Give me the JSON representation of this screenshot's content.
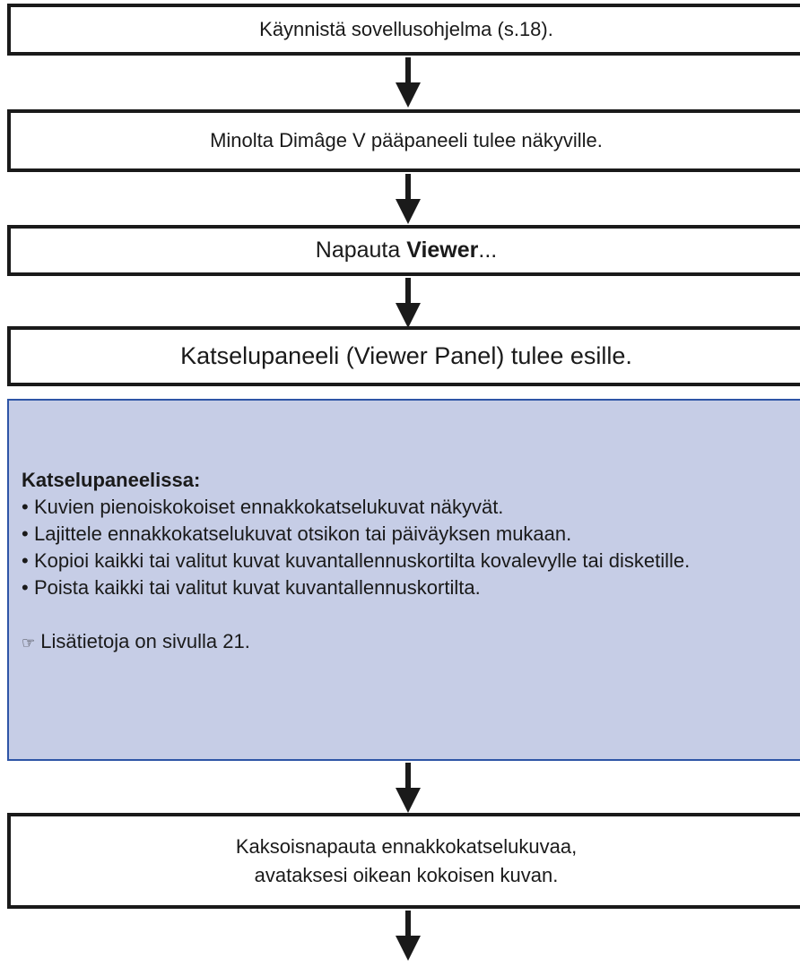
{
  "steps": {
    "step1": "Käynnistä sovellusohjelma (s.18).",
    "step2": "Minolta Dimâge V pääpaneeli tulee näkyville.",
    "step3_prefix": "Napauta ",
    "step3_bold": "Viewer",
    "step3_suffix": "...",
    "step4": "Katselupaneeli (Viewer Panel) tulee esille.",
    "step6_line1": "Kaksoisnapauta ennakkokatselukuvaa,",
    "step6_line2": "avataksesi oikean kokoisen kuvan."
  },
  "info_panel": {
    "heading": "Katselupaneelissa:",
    "bullets": [
      "Kuvien pienoiskokoiset ennakkokatselukuvat näkyvät.",
      "Lajittele ennakkokatselukuvat otsikon tai päiväyksen mukaan.",
      "Kopioi kaikki tai valitut kuvat kuvantallennuskortilta kovalevylle tai disketille.",
      "Poista kaikki tai valitut kuvat kuvantallennuskortilta."
    ],
    "reference_icon": "☞",
    "reference": "Lisätietoja on sivulla 21."
  },
  "colors": {
    "panel_fill": "#c6cde6",
    "panel_border": "#2e55a6",
    "ink": "#1a1a1a"
  },
  "icons": [
    "pointing-hand-icon",
    "down-arrow-icon"
  ]
}
